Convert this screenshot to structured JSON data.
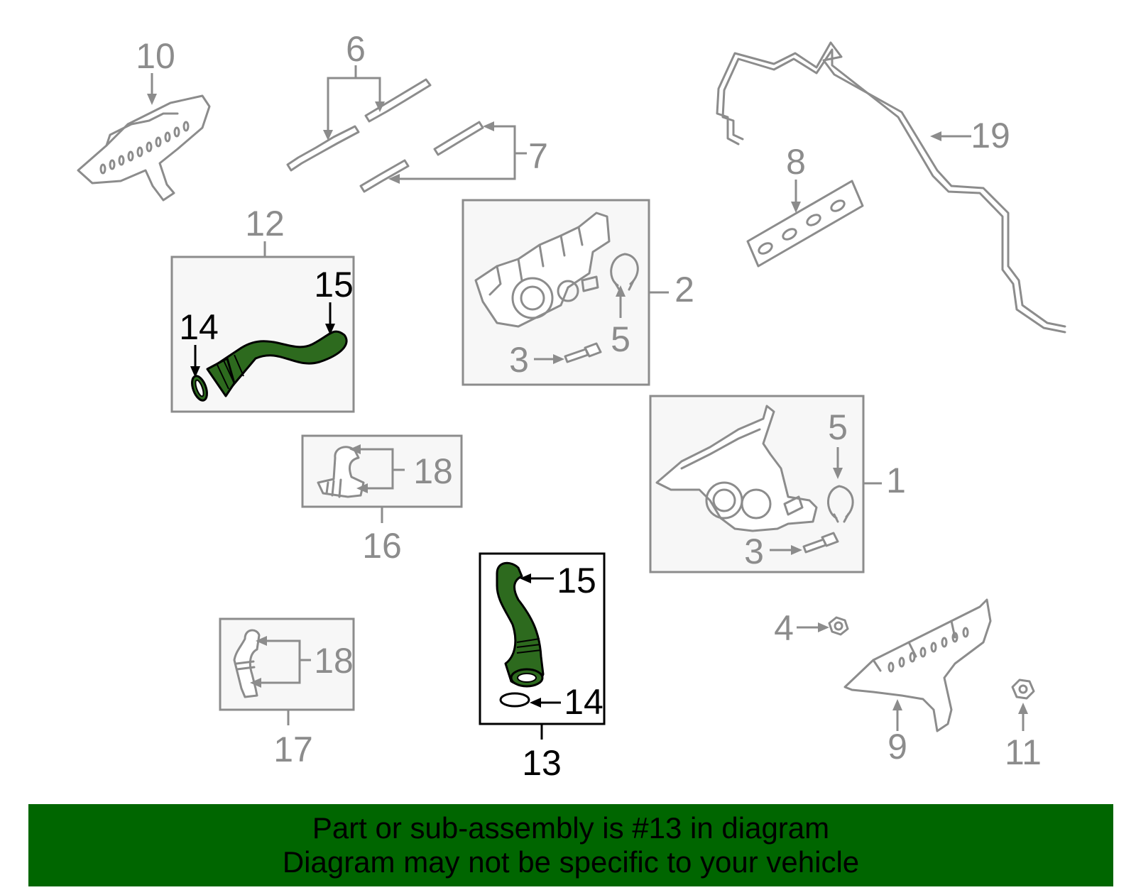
{
  "diagram": {
    "callouts": {
      "c1": "1",
      "c2": "2",
      "c3a": "3",
      "c3b": "3",
      "c4": "4",
      "c5a": "5",
      "c5b": "5",
      "c6": "6",
      "c7": "7",
      "c8": "8",
      "c9": "9",
      "c10": "10",
      "c11": "11",
      "c12": "12",
      "c13": "13",
      "c14a": "14",
      "c14b": "14",
      "c15a": "15",
      "c15b": "15",
      "c16": "16",
      "c17": "17",
      "c18a": "18",
      "c18b": "18",
      "c19": "19"
    },
    "highlight_color": "#2d6a1e",
    "line_color": "#8c8c8c"
  },
  "footer": {
    "line1": "Part or sub-assembly is #13 in diagram",
    "line2": "Diagram may not be specific to your vehicle",
    "background": "#006600"
  }
}
